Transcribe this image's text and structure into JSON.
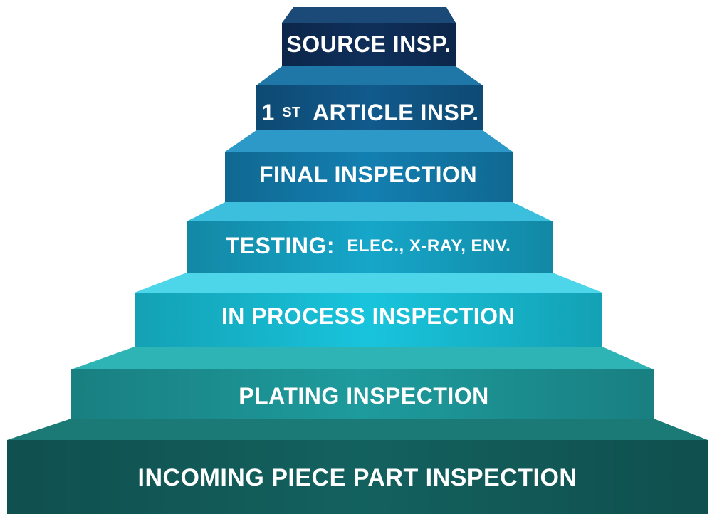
{
  "steps": [
    {
      "label": "INCOMING PIECE PART INSPECTION",
      "face_color": "#13615f",
      "top_color": "#1b7a76"
    },
    {
      "label": "PLATING INSPECTION",
      "face_color": "#1e9b9d",
      "top_color": "#2fb4b6"
    },
    {
      "label": "IN PROCESS INSPECTION",
      "face_color": "#18c4dc",
      "top_color": "#4dd6ea"
    },
    {
      "label_main": "TESTING:",
      "label_sub": "ELEC., X-RAY, ENV.",
      "face_color": "#16a6c9",
      "top_color": "#3cbfdc"
    },
    {
      "label": "FINAL INSPECTION",
      "face_color": "#137fb1",
      "top_color": "#2c99c8"
    },
    {
      "label_num": "1",
      "label_sup": "ST",
      "label_rest": "ARTICLE INSP.",
      "face_color": "#115a8c",
      "top_color": "#1f77a8"
    },
    {
      "label": "SOURCE INSP.",
      "face_color": "#0f2f5a",
      "top_color": "#1b4a79"
    }
  ]
}
